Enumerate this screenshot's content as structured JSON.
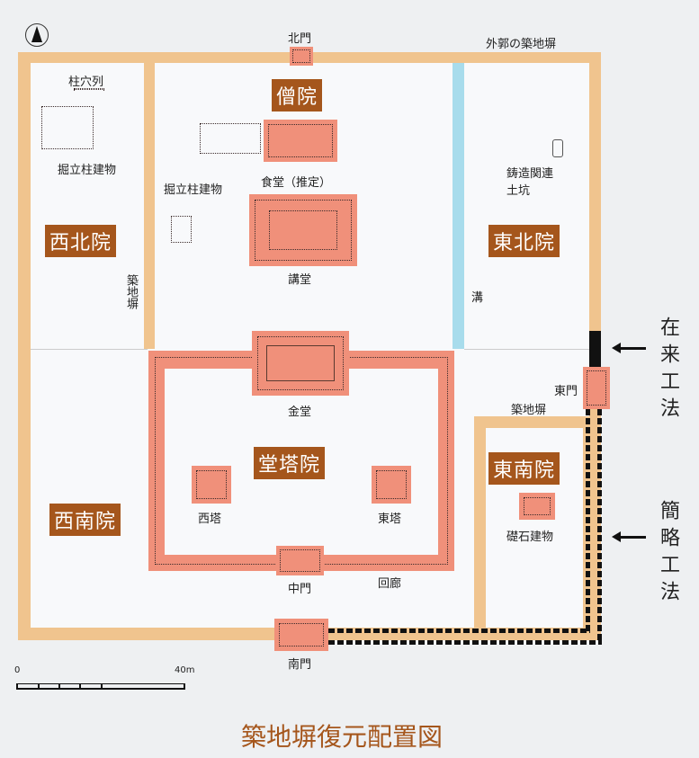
{
  "north_arrow": "north-arrow-icon",
  "labels": {
    "north_gate": "北門",
    "outer_wall": "外郭の築地塀",
    "post_hole_row": "柱穴列",
    "pillar_building_west": "掘立柱建物",
    "pillar_building_center": "掘立柱建物",
    "refectory": "食堂（推定）",
    "lecture_hall": "講堂",
    "casting_pit_line1": "鋳造関連",
    "casting_pit_line2": "土坑",
    "tsuiji_vertical": "築地塀",
    "ditch": "溝",
    "golden_hall": "金堂",
    "east_gate": "東門",
    "tsuiji_se": "築地塀",
    "west_pagoda": "西塔",
    "east_pagoda": "東塔",
    "foundation_building": "礎石建物",
    "middle_gate": "中門",
    "corridor": "回廊",
    "south_gate": "南門"
  },
  "precincts": {
    "sōin": "僧院",
    "northwest": "西北院",
    "northeast": "東北院",
    "central": "堂塔院",
    "southwest": "西南院",
    "southeast": "東南院"
  },
  "legend": {
    "conventional": "在来工法",
    "simplified": "簡略工法"
  },
  "scale": {
    "min": "0",
    "max": "40m"
  },
  "title": "築地塀復元配置図",
  "colors": {
    "wall": "#f0c48e",
    "building": "#f0907a",
    "tag": "#a5561c",
    "ditch": "#a8dcec",
    "title": "#a5561c"
  }
}
